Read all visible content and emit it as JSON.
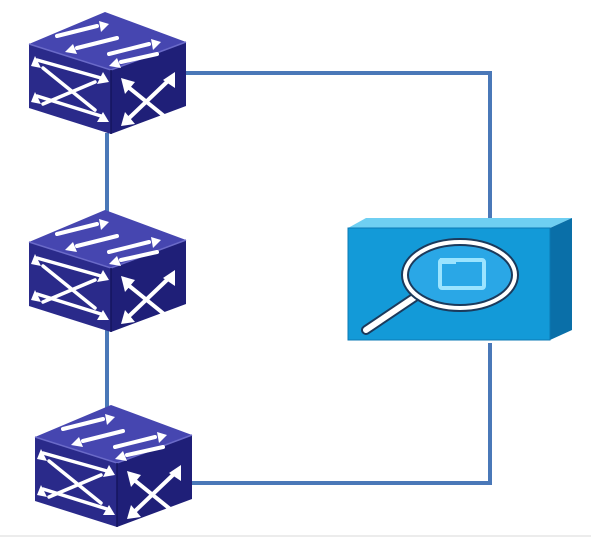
{
  "diagram": {
    "nodes": [
      {
        "id": "switch-1",
        "kind": "switch",
        "icon": "network-switch-icon"
      },
      {
        "id": "switch-2",
        "kind": "switch",
        "icon": "network-switch-icon"
      },
      {
        "id": "switch-3",
        "kind": "switch",
        "icon": "network-switch-icon"
      },
      {
        "id": "analyzer",
        "kind": "network-analyzer",
        "icon": "magnifier-icon"
      }
    ],
    "edges": [
      {
        "from": "switch-1",
        "to": "switch-2"
      },
      {
        "from": "switch-2",
        "to": "switch-3"
      },
      {
        "from": "switch-1",
        "to": "analyzer"
      },
      {
        "from": "switch-3",
        "to": "analyzer"
      }
    ],
    "colors": {
      "link": "#4a78b8",
      "switch_top": "#3d3ea6",
      "switch_left": "#2a2a8a",
      "switch_right": "#20207a",
      "switch_arrow": "#ffffff",
      "analyzer_front": "#139ad8",
      "analyzer_top": "#6fcff2",
      "analyzer_side": "#0a6fa8",
      "lens_fill": "#2aa7e6",
      "handle": "#ffffff"
    }
  }
}
